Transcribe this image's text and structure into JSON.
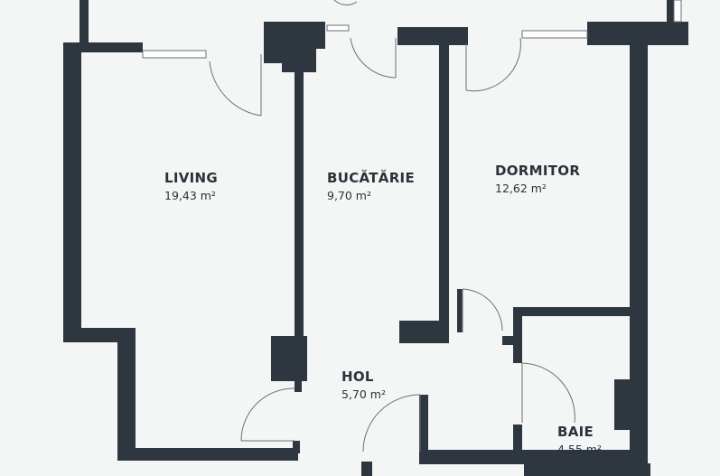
{
  "colors": {
    "background": "#f4f6f6",
    "wall": "#2e3640",
    "window": "#ffffff",
    "door_arc": "#6a7078",
    "text": "#2a323a"
  },
  "rooms": [
    {
      "id": "living",
      "name": "LIVING",
      "area": "19,43 m²"
    },
    {
      "id": "bucatarie",
      "name": "BUCĂTĂRIE",
      "area": "9,70 m²"
    },
    {
      "id": "dormitor",
      "name": "DORMITOR",
      "area": "12,62 m²"
    },
    {
      "id": "hol",
      "name": "HOL",
      "area": "5,70 m²"
    },
    {
      "id": "baie",
      "name": "BAIE",
      "area": "4,55 m²"
    }
  ]
}
